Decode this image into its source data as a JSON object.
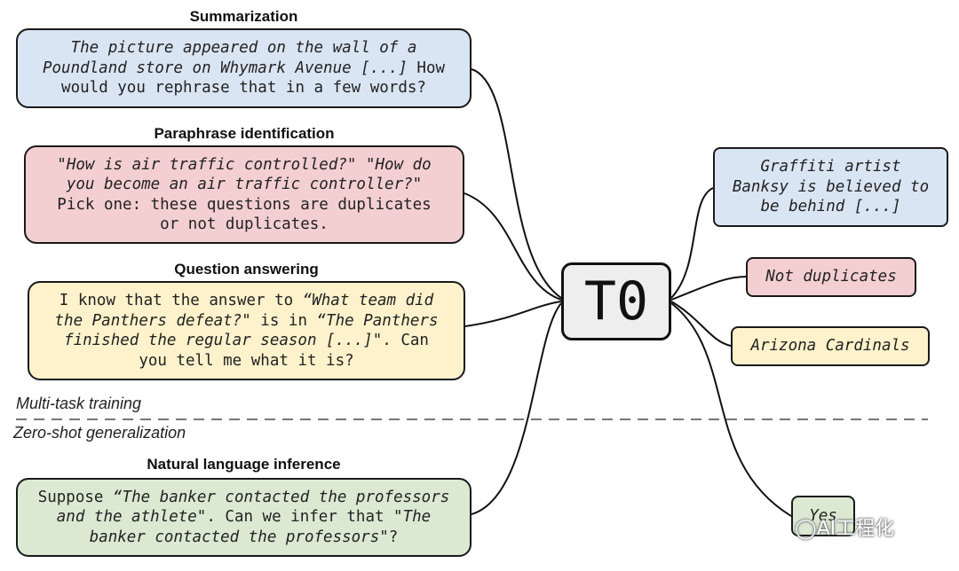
{
  "model": {
    "label": "T0"
  },
  "tasks": {
    "summarization": {
      "heading": "Summarization",
      "lines": [
        [
          {
            "t": "The picture appeared on the wall of a",
            "i": true
          }
        ],
        [
          {
            "t": "Poundland store on Whymark Avenue [...]",
            "i": true
          },
          {
            "t": " How",
            "i": false
          }
        ],
        [
          {
            "t": "would you rephrase that in a few words?",
            "i": false
          }
        ]
      ],
      "color": "#dae5f4"
    },
    "paraphrase": {
      "heading": "Paraphrase identification",
      "lines": [
        [
          {
            "t": "\"How is air traffic controlled?\" \"How do",
            "i": true
          }
        ],
        [
          {
            "t": "you become an air traffic controller?\"",
            "i": true
          }
        ],
        [
          {
            "t": "Pick one: these questions are duplicates",
            "i": false
          }
        ],
        [
          {
            "t": "or not duplicates.",
            "i": false
          }
        ]
      ],
      "color": "#f3cfd1"
    },
    "qa": {
      "heading": "Question answering",
      "lines": [
        [
          {
            "t": "I know that the answer to ",
            "i": false
          },
          {
            "t": "“What team did",
            "i": true
          }
        ],
        [
          {
            "t": "the Panthers defeat?\"",
            "i": true
          },
          {
            "t": " is in ",
            "i": false
          },
          {
            "t": "“The Panthers",
            "i": true
          }
        ],
        [
          {
            "t": "finished the regular season [...]\"",
            "i": true
          },
          {
            "t": ". Can",
            "i": false
          }
        ],
        [
          {
            "t": "you tell me what it is?",
            "i": false
          }
        ]
      ],
      "color": "#fdf2cb"
    },
    "nli": {
      "heading": "Natural language inference",
      "lines": [
        [
          {
            "t": "Suppose ",
            "i": false
          },
          {
            "t": "“The banker contacted the professors",
            "i": true
          }
        ],
        [
          {
            "t": "and the athlete\"",
            "i": true
          },
          {
            "t": ". Can we infer that \"",
            "i": false
          },
          {
            "t": "The",
            "i": true
          }
        ],
        [
          {
            "t": "banker contacted the professors",
            "i": true
          },
          {
            "t": "\"?",
            "i": false
          }
        ]
      ],
      "color": "#dbe9d3"
    }
  },
  "outputs": {
    "summary": "Graffiti artist Banksy is believed to be behind [...]",
    "paraphrase": "Not duplicates",
    "qa": "Arizona Cardinals",
    "nli": "Yes"
  },
  "divider": {
    "top_label": "Multi-task training",
    "bottom_label": "Zero-shot generalization"
  },
  "watermark": "AI工程化"
}
